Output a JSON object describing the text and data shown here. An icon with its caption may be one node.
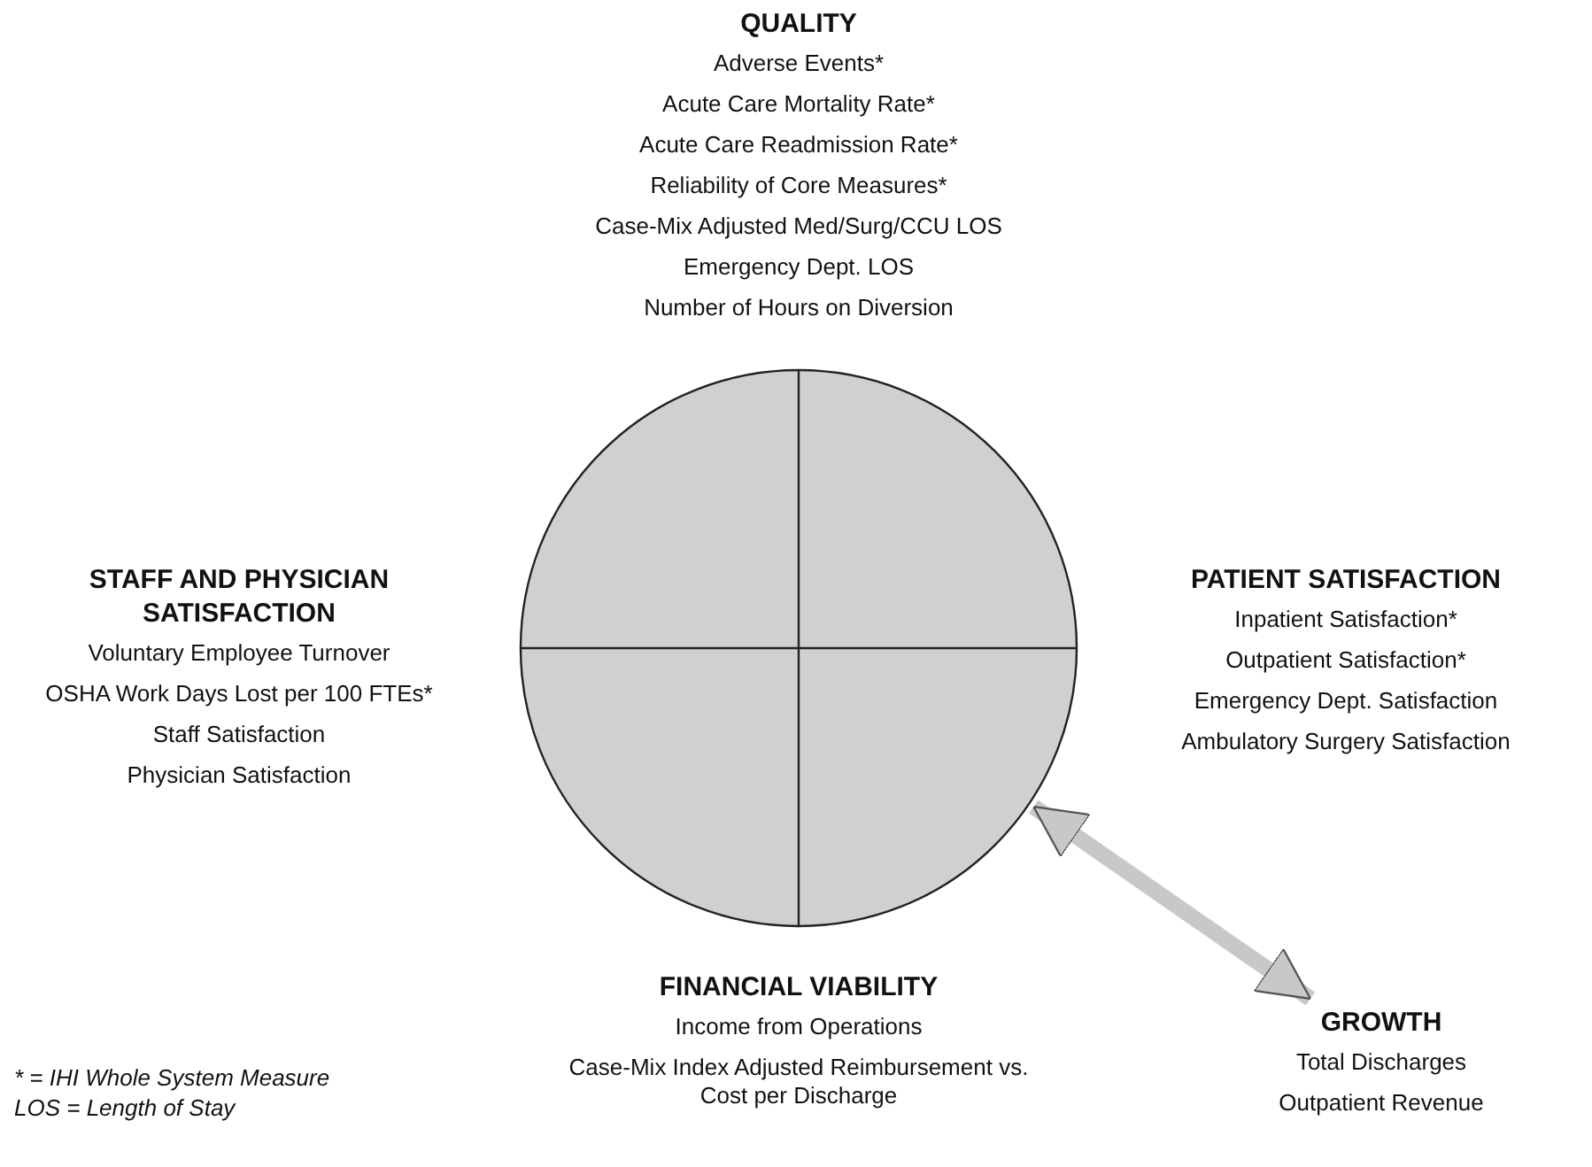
{
  "diagram": {
    "nodes": [
      {
        "text": [],
        "shape": "circle"
      },
      {
        "text": [
          "QUALITY",
          "Adverse Events*",
          "Acute Care Mortality Rate*",
          "Acute Care Readmission Rate*",
          "Reliability of Core Measures*",
          "Case-Mix Adjusted Med/Surg/CCU LOS",
          "Emergency Dept. LOS",
          "Number of Hours on Diversion"
        ]
      },
      {
        "text": [
          "STAFF AND PHYSICIAN SATISFACTION",
          "Voluntary Employee Turnover",
          "OSHA Work Days Lost per 100 FTEs*",
          "Staff Satisfaction",
          "Physician Satisfaction"
        ]
      },
      {
        "text": [
          "PATIENT SATISFACTION",
          "Inpatient Satisfaction*",
          "Outpatient Satisfaction*",
          "Emergency Dept. Satisfaction",
          "Ambulatory Surgery Satisfaction"
        ]
      },
      {
        "text": [
          "FINANCIAL VIABILITY",
          "Income from Operations",
          "Case-Mix Index Adjusted Reimbursement vs. Cost per Discharge"
        ]
      },
      {
        "text": [
          "GROWTH",
          "Total Discharges",
          "Outpatient Revenue"
        ]
      }
    ],
    "edges": [
      {
        "from": 0,
        "to": 5,
        "arrow": "both"
      }
    ],
    "labels": [
      "* = IHI Whole System Measure",
      "LOS = Length of Stay"
    ]
  }
}
